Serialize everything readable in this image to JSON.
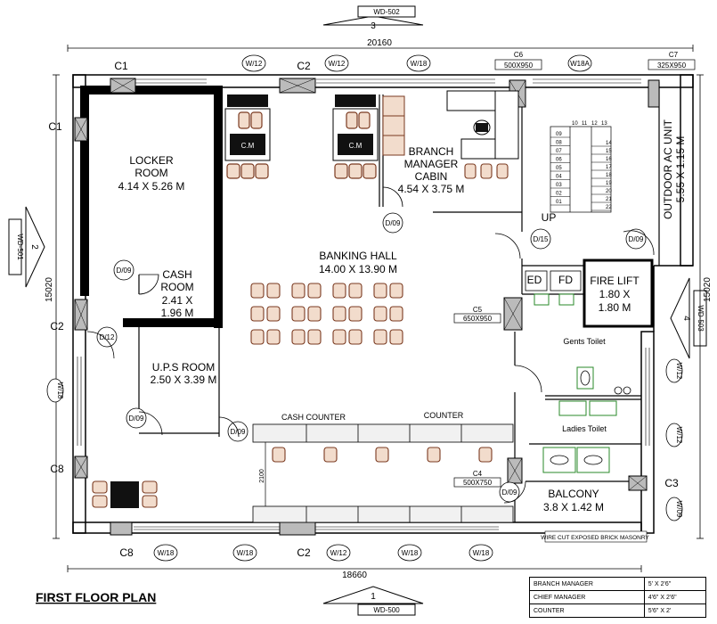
{
  "sheet": {
    "title": "FIRST FLOOR PLAN",
    "sections": [
      {
        "code": "WD-502",
        "num": "3"
      },
      {
        "code": "WD-500",
        "num": "1"
      },
      {
        "code": "WD-501",
        "num": "2"
      },
      {
        "code": "WD-503",
        "num": "4"
      }
    ],
    "overall_dims": {
      "top": "20160",
      "bottom": "18660",
      "left": "15020",
      "right": "15020"
    },
    "note": "WIRE CUT EXPOSED BRICK MASONRY",
    "dim_2100": "2100"
  },
  "rooms": {
    "locker": {
      "name_1": "LOCKER",
      "name_2": "ROOM",
      "size": "4.14 X 5.26 M"
    },
    "cash": {
      "name_1": "CASH",
      "name_2": "ROOM",
      "size_1": "2.41 X",
      "size_2": "1.96 M"
    },
    "ups": {
      "name": "U.P.S ROOM",
      "size": "2.50 X 3.39 M"
    },
    "banking": {
      "name": "BANKING HALL",
      "size": "14.00 X 13.90 M"
    },
    "manager": {
      "name_1": "BRANCH",
      "name_2": "MANAGER",
      "name_3": "CABIN",
      "size": "4.54 X 3.75 M"
    },
    "fire_lift": {
      "name": "FIRE LIFT",
      "size_1": "1.80 X",
      "size_2": "1.80 M"
    },
    "gents": "Gents Toilet",
    "ladies": "Ladies Toilet",
    "balcony": {
      "name": "BALCONY",
      "size": "3.8 X 1.42 M"
    },
    "ac": {
      "name": "OUTDOOR AC UNIT",
      "size": "5.55 X 1.15 M"
    },
    "ed": "ED",
    "fd": "FD",
    "up": "UP",
    "cash_counter": "CASH COUNTER",
    "counter": "COUNTER",
    "cm": "C.M"
  },
  "columns": {
    "c1": "C1",
    "c2": "C2",
    "c3": "C3",
    "c8": "C8",
    "c4": {
      "name": "C4",
      "size": "500X750"
    },
    "c5": {
      "name": "C5",
      "size": "650X950"
    },
    "c6": {
      "name": "C6",
      "size": "500X950"
    },
    "c7": {
      "name": "C7",
      "size": "325X950"
    }
  },
  "tags": {
    "w12": "W/12",
    "w18": "W/18",
    "w18a": "W18A",
    "w09": "W/09",
    "d09": "D/09",
    "d12": "D/12",
    "d15": "D/15"
  },
  "stairs": {
    "left": [
      "09",
      "08",
      "07",
      "06",
      "05",
      "04",
      "03",
      "02",
      "01"
    ],
    "top": [
      "10",
      "11",
      "12",
      "13"
    ],
    "right": [
      "14",
      "15",
      "16",
      "17",
      "18",
      "19",
      "20",
      "21",
      "22"
    ]
  },
  "schedule": [
    {
      "item": "BRANCH MANAGER",
      "size": "5' X 2'6\""
    },
    {
      "item": "CHIEF MANAGER",
      "size": "4'6\" X 2'6\""
    },
    {
      "item": "COUNTER",
      "size": "5'6\" X 2'"
    }
  ]
}
